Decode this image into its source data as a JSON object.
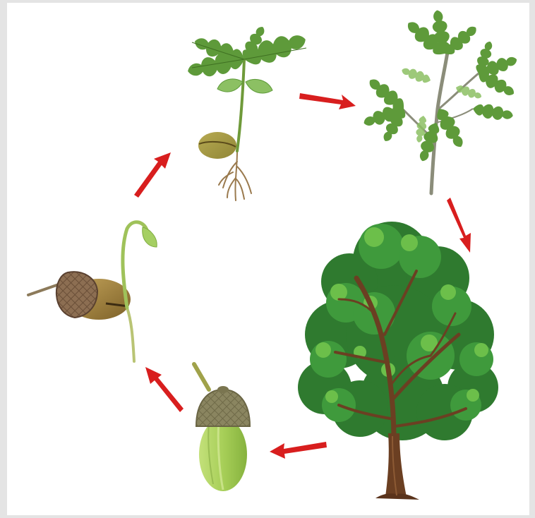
{
  "diagram": {
    "stages": [
      {
        "id": "acorn",
        "name": "acorn-icon"
      },
      {
        "id": "germinating",
        "name": "germinating-acorn-icon"
      },
      {
        "id": "seedling",
        "name": "seedling-icon"
      },
      {
        "id": "sapling",
        "name": "sapling-icon"
      },
      {
        "id": "tree",
        "name": "oak-tree-icon"
      }
    ],
    "colors": {
      "arrow": "#d81e1e",
      "leaf": "#5e9a3a",
      "leaf_light": "#8cc063",
      "tree_dark": "#2f7a2f",
      "tree_mid": "#3f9a3c",
      "tree_light": "#6cbf4a",
      "trunk": "#6b3f22",
      "acorn_cap": "#8c8460",
      "acorn_body": "#a9cf5b",
      "seed": "#9a7c3a"
    }
  }
}
